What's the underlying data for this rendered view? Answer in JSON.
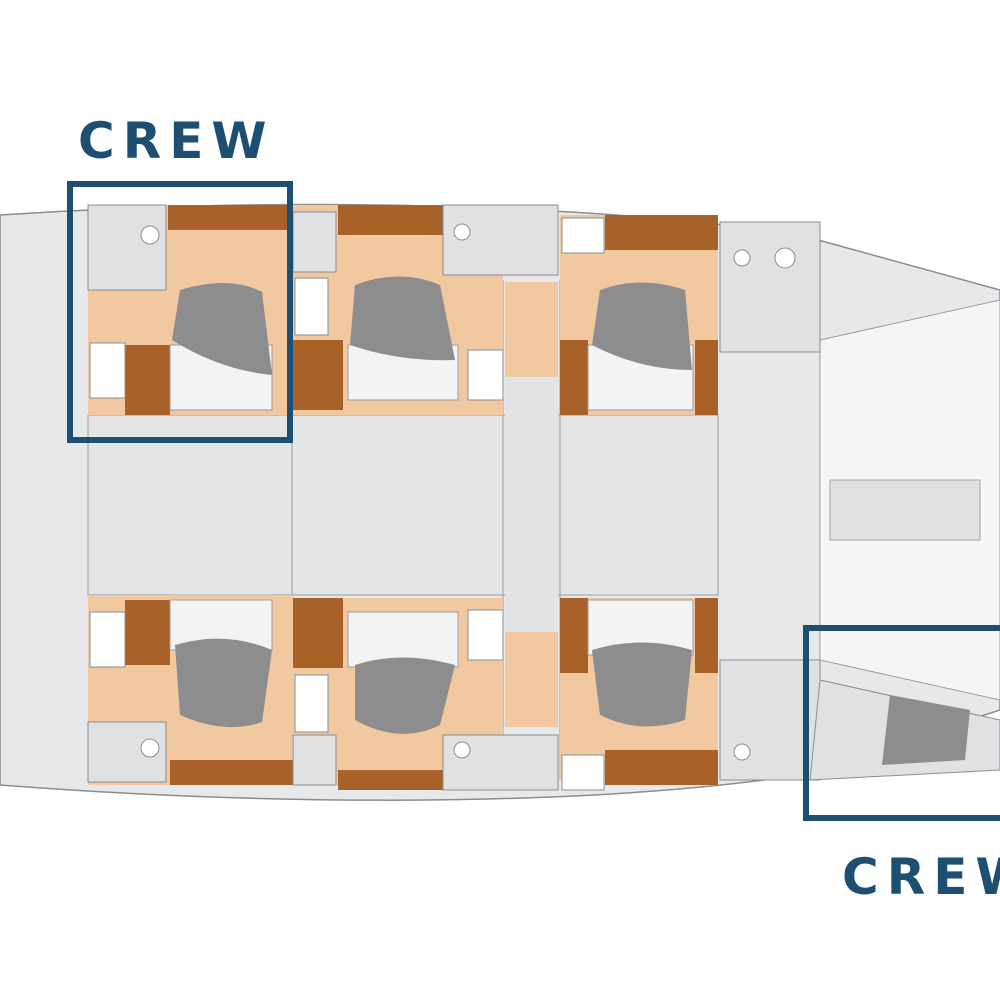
{
  "labels": {
    "crew_top": "CREW",
    "crew_bottom": "CREW"
  },
  "colors": {
    "crew_frame": "#1d4f73",
    "hull_fill": "#e7e8ea",
    "hull_stroke": "#8a8c8f",
    "cabin_floor": "#f1c8a0",
    "wood_trim": "#a9612a",
    "bed_blanket": "#8d8d8f",
    "bed_sheet": "#f3f3f3",
    "bathroom": "#dfe0e2"
  },
  "legend": {
    "cabin_count": 6,
    "crew_areas": 2
  }
}
